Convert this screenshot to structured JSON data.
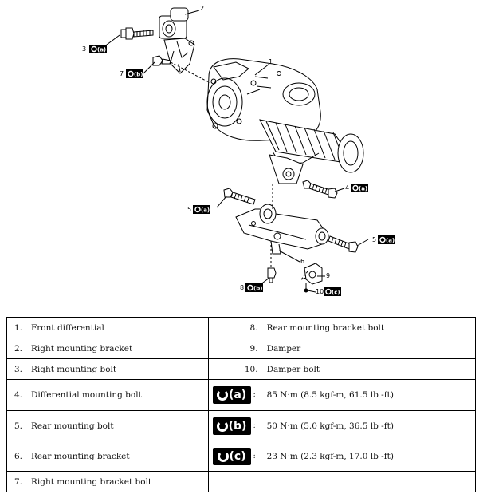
{
  "callouts": [
    {
      "num": "1",
      "badge": ""
    },
    {
      "num": "2",
      "badge": ""
    },
    {
      "num": "3",
      "badge": "(a)"
    },
    {
      "num": "7",
      "badge": "(b)"
    },
    {
      "num": "4",
      "badge": "(a)"
    },
    {
      "num": "5",
      "badge": "(a)"
    },
    {
      "num": "5",
      "badge": "(a)"
    },
    {
      "num": "6",
      "badge": ""
    },
    {
      "num": "9",
      "badge": ""
    },
    {
      "num": "8",
      "badge": "(b)"
    },
    {
      "num": "10",
      "badge": "(c)"
    }
  ],
  "legend": {
    "rows": [
      {
        "left_num": "1.",
        "left_label": "Front differential",
        "right_num": "8.",
        "right_label": "Rear mounting bracket bolt"
      },
      {
        "left_num": "2.",
        "left_label": "Right mounting bracket",
        "right_num": "9.",
        "right_label": "Damper"
      },
      {
        "left_num": "3.",
        "left_label": "Right mounting bolt",
        "right_num": "10.",
        "right_label": "Damper bolt"
      },
      {
        "left_num": "4.",
        "left_label": "Differential mounting bolt",
        "torque_badge": "(a)",
        "torque_value": "85 N·m (8.5 kgf-m, 61.5 lb -ft)"
      },
      {
        "left_num": "5.",
        "left_label": "Rear mounting bolt",
        "torque_badge": "(b)",
        "torque_value": "50 N·m (5.0 kgf-m, 36.5 lb -ft)"
      },
      {
        "left_num": "6.",
        "left_label": "Rear mounting bracket",
        "torque_badge": "(c)",
        "torque_value": "23 N·m (2.3 kgf-m, 17.0 lb -ft)"
      },
      {
        "left_num": "7.",
        "left_label": "Right mounting bracket bolt"
      }
    ],
    "colon": ":"
  }
}
